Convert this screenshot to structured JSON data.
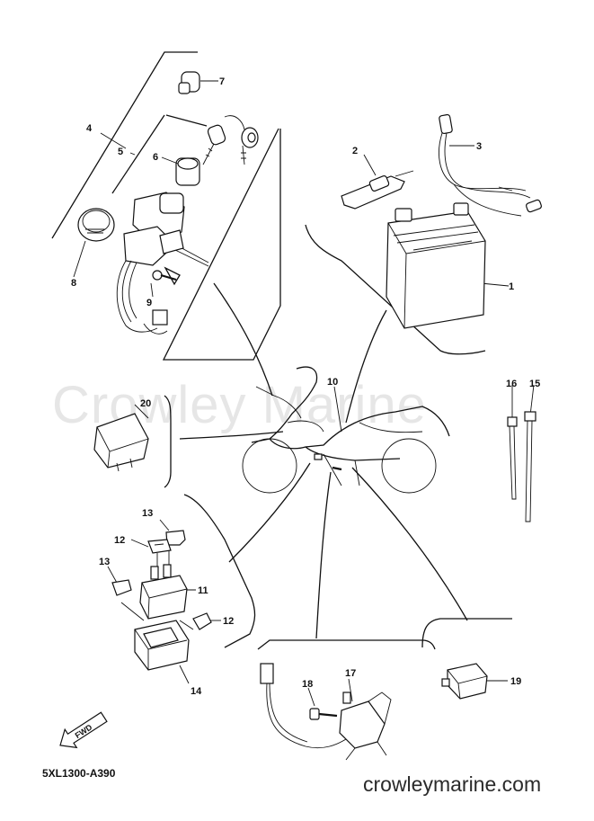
{
  "watermark": "Crowley Marine",
  "diagram_code": "5XL1300-A390",
  "site_label": "crowleymarine.com",
  "fwd_label": "FWD",
  "callouts": [
    {
      "id": "c1",
      "text": "1"
    },
    {
      "id": "c2",
      "text": "2"
    },
    {
      "id": "c3",
      "text": "3"
    },
    {
      "id": "c4",
      "text": "4"
    },
    {
      "id": "c5",
      "text": "5"
    },
    {
      "id": "c6",
      "text": "6"
    },
    {
      "id": "c7",
      "text": "7"
    },
    {
      "id": "c8",
      "text": "8"
    },
    {
      "id": "c9",
      "text": "9"
    },
    {
      "id": "c10",
      "text": "10"
    },
    {
      "id": "c11",
      "text": "11"
    },
    {
      "id": "c12a",
      "text": "12"
    },
    {
      "id": "c12b",
      "text": "12"
    },
    {
      "id": "c13a",
      "text": "13"
    },
    {
      "id": "c13b",
      "text": "13"
    },
    {
      "id": "c14",
      "text": "14"
    },
    {
      "id": "c15",
      "text": "15"
    },
    {
      "id": "c16",
      "text": "16"
    },
    {
      "id": "c17",
      "text": "17"
    },
    {
      "id": "c18",
      "text": "18"
    },
    {
      "id": "c19",
      "text": "19"
    },
    {
      "id": "c20",
      "text": "20"
    }
  ]
}
